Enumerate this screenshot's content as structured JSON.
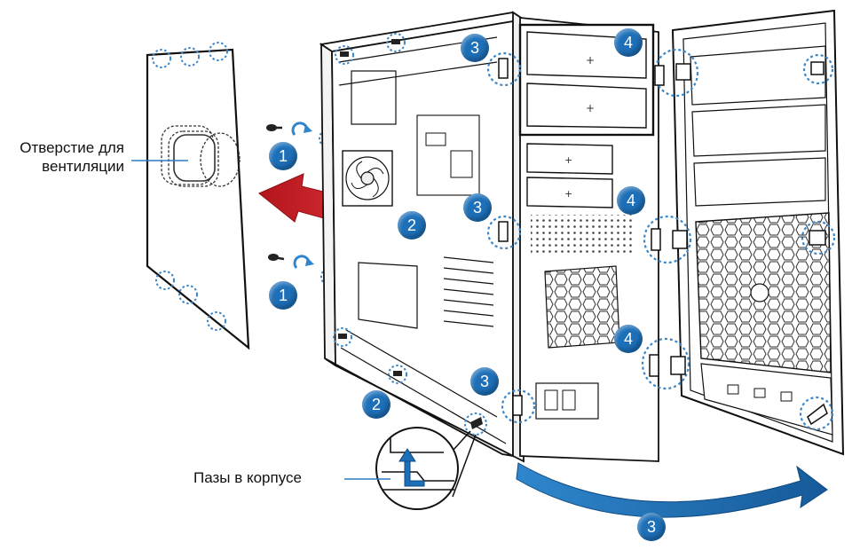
{
  "labels": {
    "vent": "Отверстие для\nвентиляции",
    "slots": "Пазы в корпусе"
  },
  "steps": [
    {
      "id": "s1a",
      "text": "1"
    },
    {
      "id": "s1b",
      "text": "1"
    },
    {
      "id": "s2a",
      "text": "2"
    },
    {
      "id": "s2b",
      "text": "2"
    },
    {
      "id": "s3a",
      "text": "3"
    },
    {
      "id": "s3b",
      "text": "3"
    },
    {
      "id": "s3c",
      "text": "3"
    },
    {
      "id": "s3d",
      "text": "3"
    },
    {
      "id": "s4a",
      "text": "4"
    },
    {
      "id": "s4b",
      "text": "4"
    },
    {
      "id": "s4c",
      "text": "4"
    }
  ],
  "colors": {
    "badge": "#1d6fb8",
    "arrow_red": "#d9262c",
    "arrow_blue": "#1d6fb8",
    "callout_ring": "#3b86c8",
    "line": "#111111"
  }
}
